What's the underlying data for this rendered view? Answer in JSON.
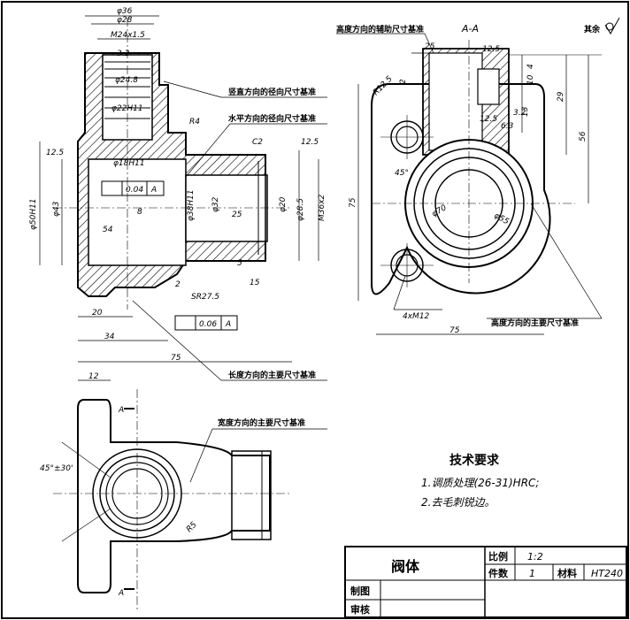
{
  "views": {
    "main": {
      "dims": [
        "φ36",
        "φ28",
        "M24x1.5",
        "φ24.8",
        "φ22H11",
        "φ18H11",
        "φ50H11",
        "φ43",
        "φ38H11",
        "φ32",
        "φ20",
        "φ28.5",
        "M36x2",
        "SR27.5",
        "12.5",
        "3.2",
        "20",
        "34",
        "75",
        "2",
        "5",
        "15",
        "8",
        "C2",
        "25",
        "54",
        "R4",
        "12.5",
        "0.04",
        "A",
        "0.06",
        "A"
      ],
      "notes": {
        "vertical_radial": "竖直方向的径向尺寸基准",
        "horizontal_radial": "水平方向的径向尺寸基准",
        "length_main": "长度方向的主要尺寸基准"
      }
    },
    "section": {
      "title": "A-A",
      "dims": [
        "25",
        "12.5",
        "2",
        "4",
        "10",
        "13",
        "29",
        "56",
        "75",
        "R12.5",
        "45°",
        "φ70",
        "φ55",
        "4xM12",
        "6.3",
        "3.2",
        "12.5"
      ],
      "notes": {
        "height_aux": "高度方向的辅助尺寸基准",
        "height_main": "高度方向的主要尺寸基准"
      }
    },
    "top": {
      "dims": [
        "12",
        "45°±30'",
        "R5",
        "A",
        "A"
      ],
      "notes": {
        "width_main": "宽度方向的主要尺寸基准"
      }
    }
  },
  "roughness_other": "其余",
  "tech": {
    "title": "技术要求",
    "item1": "1.调质处理(26-31)HRC;",
    "item2": "2.去毛刺锐边。"
  },
  "title_block": {
    "name": "阀体",
    "scale_label": "比例",
    "scale_value": "1:2",
    "count_label": "件数",
    "count_value": "1",
    "material_label": "材料",
    "material_value": "HT240",
    "draw_label": "制图",
    "check_label": "审核"
  }
}
